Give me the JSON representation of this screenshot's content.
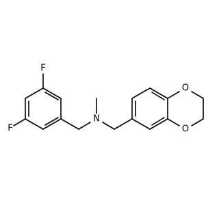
{
  "molecule": {
    "atoms": {
      "F1": "F",
      "F2": "F",
      "N": "N",
      "O1": "O",
      "O2": "O"
    }
  }
}
